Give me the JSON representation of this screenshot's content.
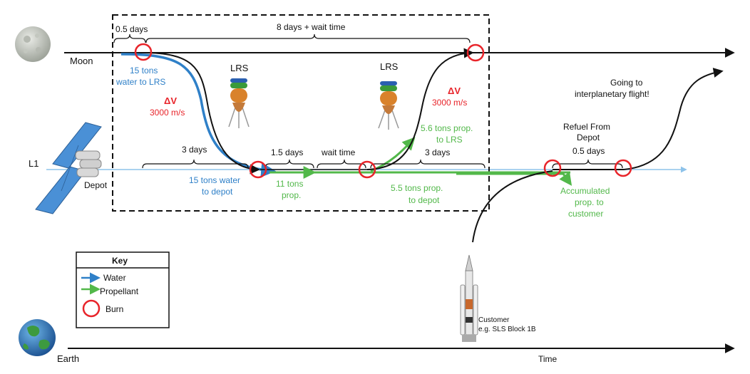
{
  "labels": {
    "moon": "Moon",
    "l1": "L1",
    "depot": "Depot",
    "earth": "Earth",
    "time": "Time",
    "lrs_left": "LRS",
    "lrs_right": "LRS",
    "dur_05_top": "0.5 days",
    "dur_8": "8 days + wait time",
    "dur_3_left": "3 days",
    "dur_15": "1.5 days",
    "dur_wait": "wait time",
    "dur_3_right": "3 days",
    "refuel_1": "Refuel From",
    "refuel_2": "Depot",
    "dur_05_refuel": "0.5 days",
    "going_1": "Going to",
    "going_2": "interplanetary flight!",
    "water_lrs_1": "15 tons",
    "water_lrs_2": "water to LRS",
    "water_depot_1": "15 tons water",
    "water_depot_2": "to depot",
    "prop11_1": "11 tons",
    "prop11_2": "prop.",
    "prop56_1": "5.6 tons prop.",
    "prop56_2": "to LRS",
    "prop55_1": "5.5 tons prop.",
    "prop55_2": "to depot",
    "accum_1": "Accumulated",
    "accum_2": "prop. to",
    "accum_3": "customer",
    "dv_left": "ΔV",
    "dv_left_val": "3000 m/s",
    "dv_right": "ΔV",
    "dv_right_val": "3000 m/s",
    "customer_1": "Customer",
    "customer_2": "e.g. SLS Block 1B"
  },
  "key": {
    "title": "Key",
    "water": "Water",
    "propellant": "Propellant",
    "burn": "Burn"
  },
  "colors": {
    "water": "#2f80c8",
    "propellant": "#52b84a",
    "burn": "#e8242a",
    "l1_line": "#8ec3ea"
  }
}
